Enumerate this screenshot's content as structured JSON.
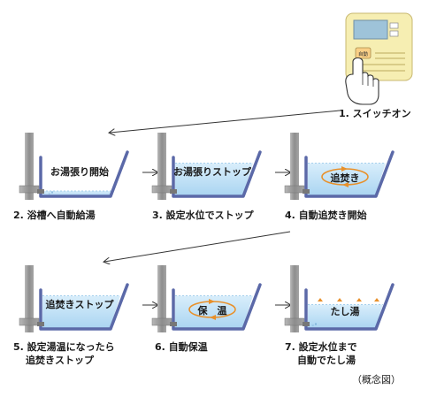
{
  "controller": {
    "button_label": "自動"
  },
  "switch_label": "1. スイッチオン",
  "steps": [
    {
      "id": 2,
      "caption": "2. 浴槽へ自動給湯",
      "tub_text": "お湯張り開始",
      "fill": 0.12
    },
    {
      "id": 3,
      "caption": "3. 設定水位でストップ",
      "tub_text": "お湯張りストップ",
      "fill": 0.75
    },
    {
      "id": 4,
      "caption": "4. 自動追焚き開始",
      "tub_text": "追焚き",
      "fill": 0.75
    },
    {
      "id": 5,
      "caption_line1": "5. 設定湯温になったら",
      "caption_line2": "追焚きストップ",
      "tub_text": "追焚きストップ",
      "fill": 0.75
    },
    {
      "id": 6,
      "caption": "6. 自動保温",
      "tub_text": "保　温",
      "fill": 0.75
    },
    {
      "id": 7,
      "caption_line1": "7. 設定水位まで",
      "caption_line2": "自動でたし湯",
      "tub_text": "たし湯",
      "fill": 0.55
    }
  ],
  "note": "（概念図）",
  "colors": {
    "water_top": "#d9eefb",
    "water_bottom": "#a9d4f1",
    "tub_outline": "#5b69a8",
    "pipe": "#9a9a9a",
    "controller_body": "#f6eeb2",
    "screen": "#9ec3d9",
    "arrow": "#e8902a",
    "button": "#f9cf86"
  }
}
